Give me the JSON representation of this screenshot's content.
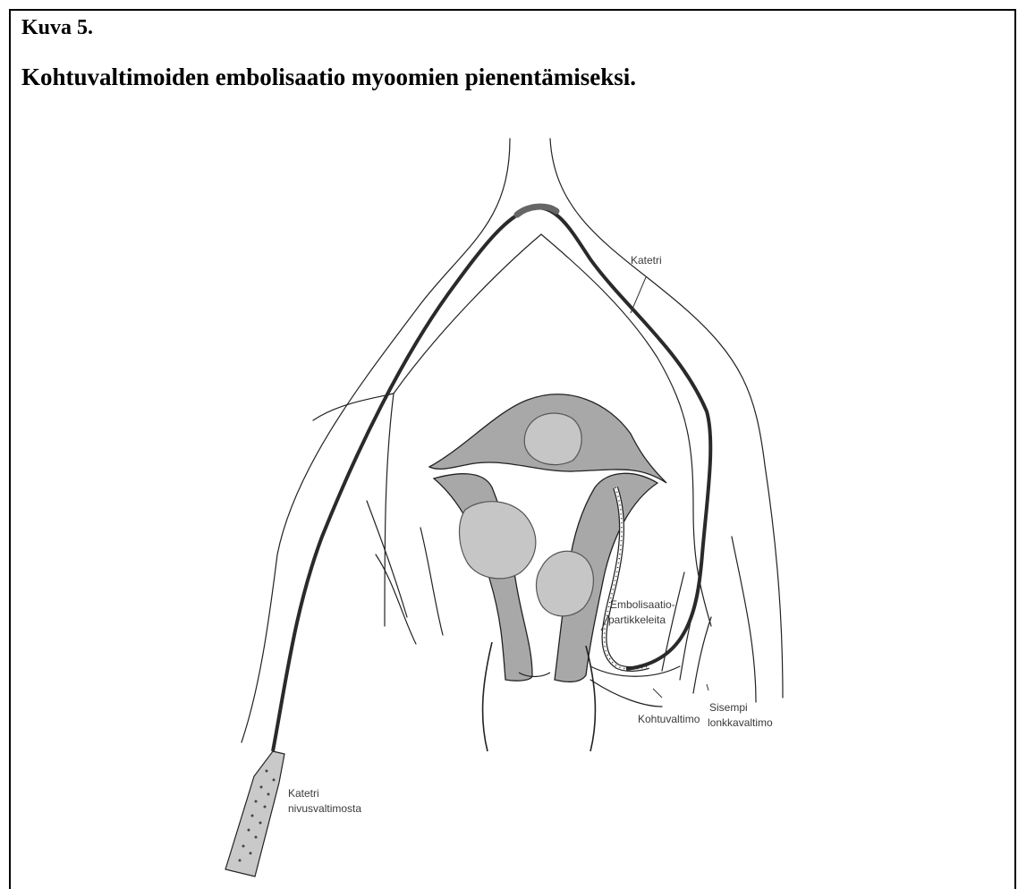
{
  "figure": {
    "number": "Kuva 5.",
    "title": "Kohtuvaltimoiden embolisaatio myoomien pienentämiseksi."
  },
  "labels": {
    "catheter": "Katetri",
    "particles_1": "Embolisaatio-",
    "particles_2": "partikkeleita",
    "internal_iliac_1": "Sisempi",
    "internal_iliac_2": "lonkkavaltimo",
    "uterine_artery": "Kohtuvaltimo",
    "femoral_catheter_1": "Katetri",
    "femoral_catheter_2": "nivusvaltimosta"
  },
  "colors": {
    "tissue_gray": "#a8a8a8",
    "fibroid_gray": "#c6c6c6",
    "catheter_dark": "#2a2a2a"
  }
}
